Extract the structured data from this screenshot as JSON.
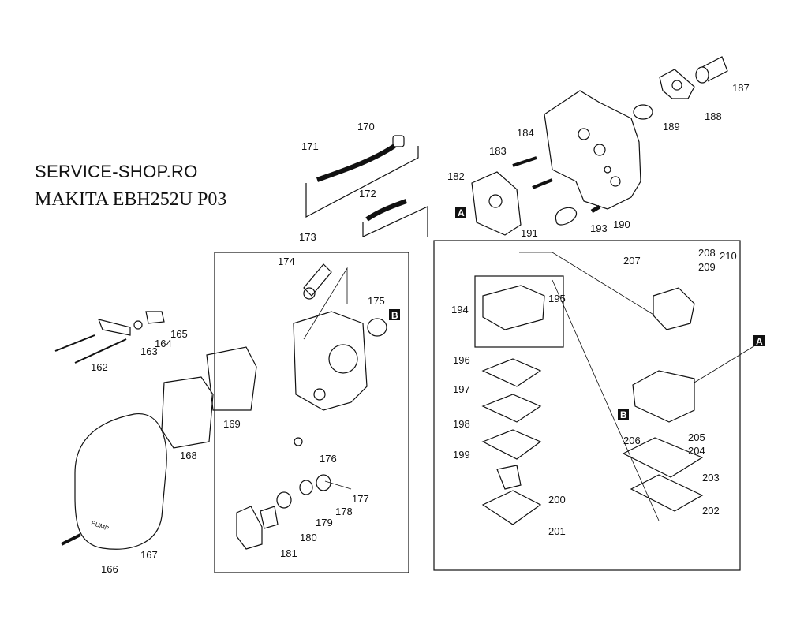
{
  "header": {
    "shop": "SERVICE-SHOP.RO",
    "model": "MAKITA EBH252U P03"
  },
  "part_labels": [
    "162",
    "163",
    "164",
    "165",
    "166",
    "167",
    "168",
    "169",
    "170",
    "171",
    "172",
    "173",
    "174",
    "175",
    "176",
    "177",
    "178",
    "179",
    "180",
    "181",
    "182",
    "183",
    "184",
    "187",
    "188",
    "189",
    "190",
    "191",
    "193",
    "194",
    "195",
    "196",
    "197",
    "198",
    "199",
    "200",
    "201",
    "202",
    "203",
    "204",
    "205",
    "206",
    "207",
    "208",
    "209",
    "210"
  ],
  "connector_markers": [
    "A",
    "A",
    "B",
    "B"
  ],
  "part_text": {
    "pump": "PUMP"
  },
  "colors": {
    "ink": "#111111",
    "paper": "#ffffff",
    "marker_fill": "#111111"
  }
}
